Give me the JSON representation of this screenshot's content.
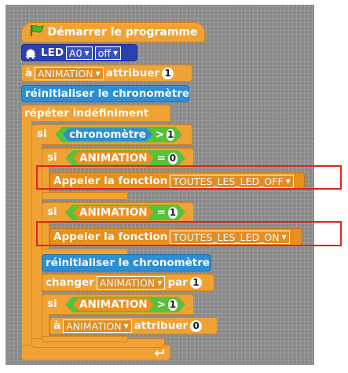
{
  "colors": {
    "orange": "#f0a234",
    "blue": "#2b8fd6",
    "navy": "#2a3fb0",
    "green": "#56c13b",
    "highlight": "#e2231a"
  },
  "blocks": {
    "start": {
      "label": "Démarrer le programme",
      "icon": "green-flag-icon"
    },
    "led": {
      "label": "LED",
      "pin": "A0",
      "state": "off",
      "icon": "led-icon"
    },
    "assign1": {
      "prefix": "à",
      "var": "ANIMATION",
      "action": "attribuer",
      "value": "1"
    },
    "reset1": {
      "label": "réinitialiser le chronomètre"
    },
    "forever": {
      "label": "répéter indéfiniment"
    },
    "if_outer": {
      "label": "si",
      "sensor": "chronomètre",
      "op": ">",
      "value": "1"
    },
    "if_a0": {
      "label": "si",
      "var": "ANIMATION",
      "op": "=",
      "value": "0"
    },
    "call_off": {
      "label": "Appeler la fonction",
      "func": "TOUTES_LES_LED_OFF"
    },
    "if_a1": {
      "label": "si",
      "var": "ANIMATION",
      "op": "=",
      "value": "1"
    },
    "call_on": {
      "label": "Appeler la fonction",
      "func": "TOUTES_LES_LED_ON"
    },
    "reset2": {
      "label": "réinitialiser le chronomètre"
    },
    "change": {
      "label": "changer",
      "var": "ANIMATION",
      "by": "par",
      "value": "1"
    },
    "if_gt1": {
      "label": "si",
      "var": "ANIMATION",
      "op": ">",
      "value": "1"
    },
    "assign2": {
      "prefix": "à",
      "var": "ANIMATION",
      "action": "attribuer",
      "value": "0"
    }
  }
}
